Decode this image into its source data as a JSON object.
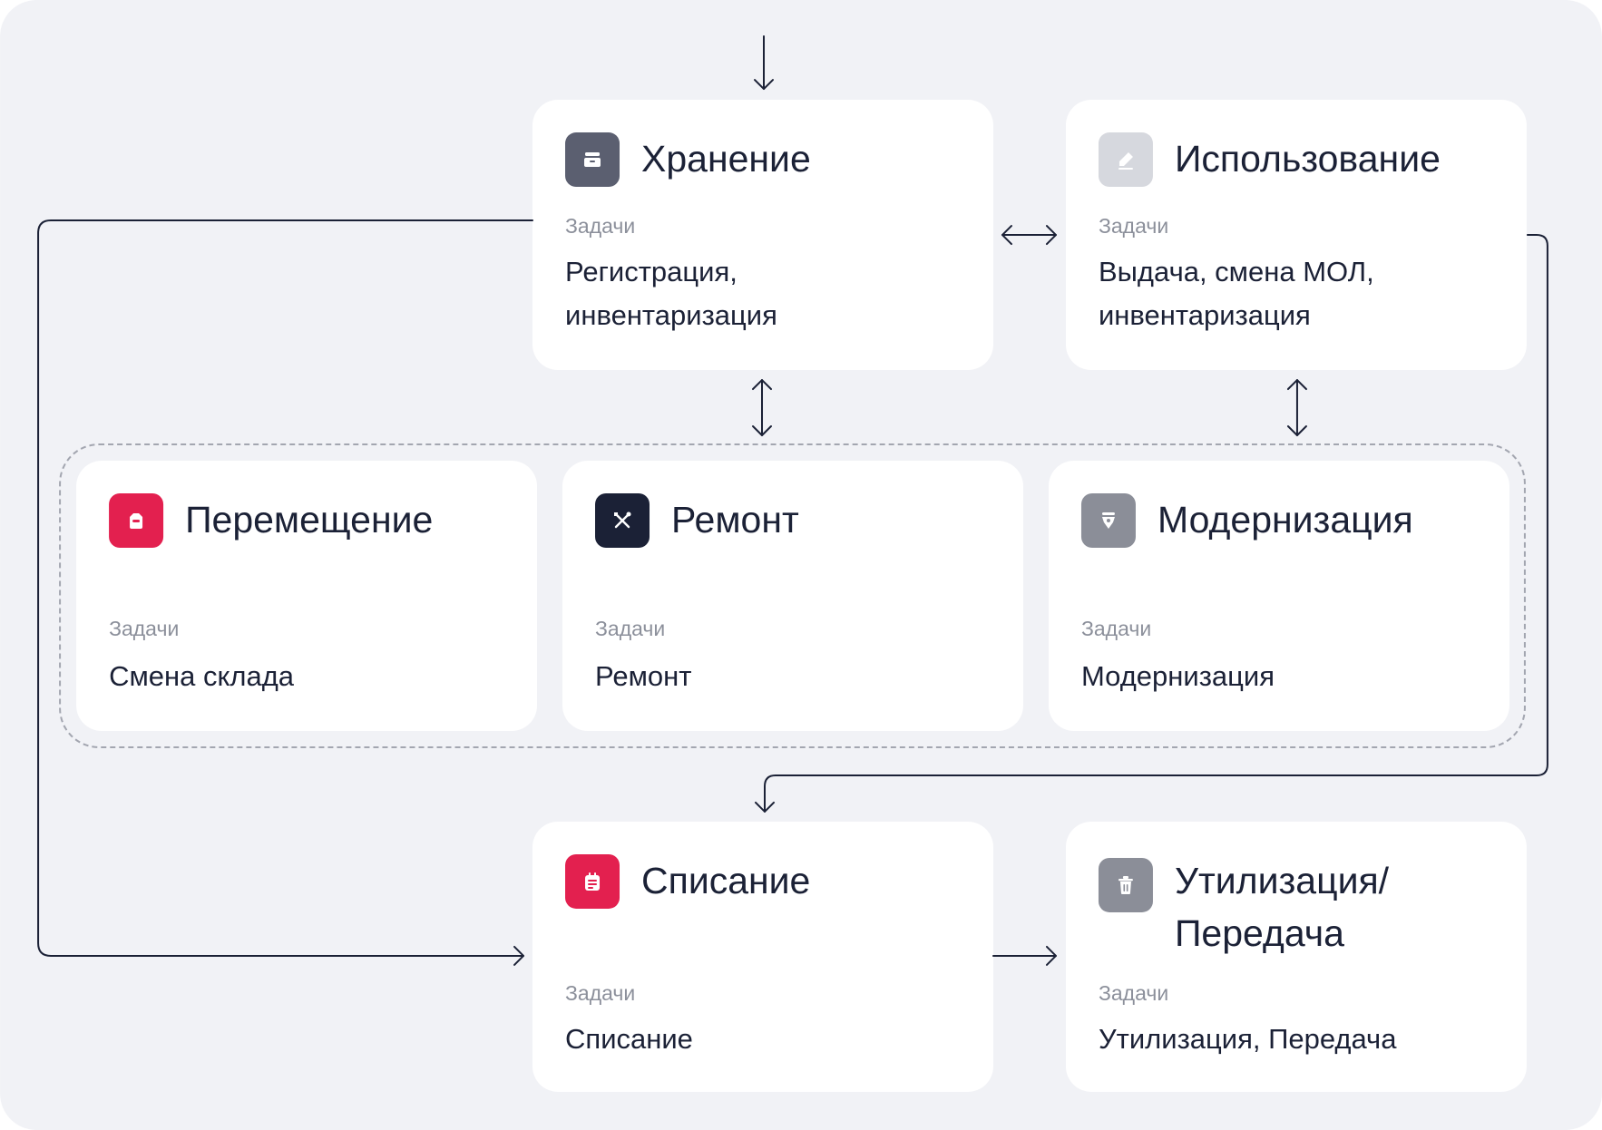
{
  "colors": {
    "background": "#f1f2f6",
    "card": "#ffffff",
    "text": "#1b2136",
    "muted": "#8c909b",
    "accent_red": "#e3204f",
    "icon_dark": "#1b2136",
    "icon_slate": "#5b5f70",
    "icon_gray": "#8b8e98",
    "icon_light": "#d6d8de"
  },
  "cards": {
    "storage": {
      "title": "Хранение",
      "tasks_label": "Задачи",
      "tasks": "Регистрация,\nинвентаризация",
      "icon": "archive-icon",
      "icon_color": "#5b5f70"
    },
    "usage": {
      "title": "Использование",
      "tasks_label": "Задачи",
      "tasks": "Выдача, смена МОЛ,\nинвентаризация",
      "icon": "pencil-icon",
      "icon_color": "#d6d8de"
    },
    "move": {
      "title": "Перемещение",
      "tasks_label": "Задачи",
      "tasks": "Смена склада",
      "icon": "warehouse-icon",
      "icon_color": "#e3204f"
    },
    "repair": {
      "title": "Ремонт",
      "tasks_label": "Задачи",
      "tasks": "Ремонт",
      "icon": "tools-icon",
      "icon_color": "#1b2136"
    },
    "modernization": {
      "title": "Модернизация",
      "tasks_label": "Задачи",
      "tasks": "Модернизация",
      "icon": "pen-nib-icon",
      "icon_color": "#8b8e98"
    },
    "writeoff": {
      "title": "Списание",
      "tasks_label": "Задачи",
      "tasks": "Списание",
      "icon": "clipboard-icon",
      "icon_color": "#e3204f"
    },
    "disposal": {
      "title": "Утилизация/\nПередача",
      "tasks_label": "Задачи",
      "tasks": "Утилизация, Передача",
      "icon": "trash-icon",
      "icon_color": "#8b8e98"
    }
  }
}
